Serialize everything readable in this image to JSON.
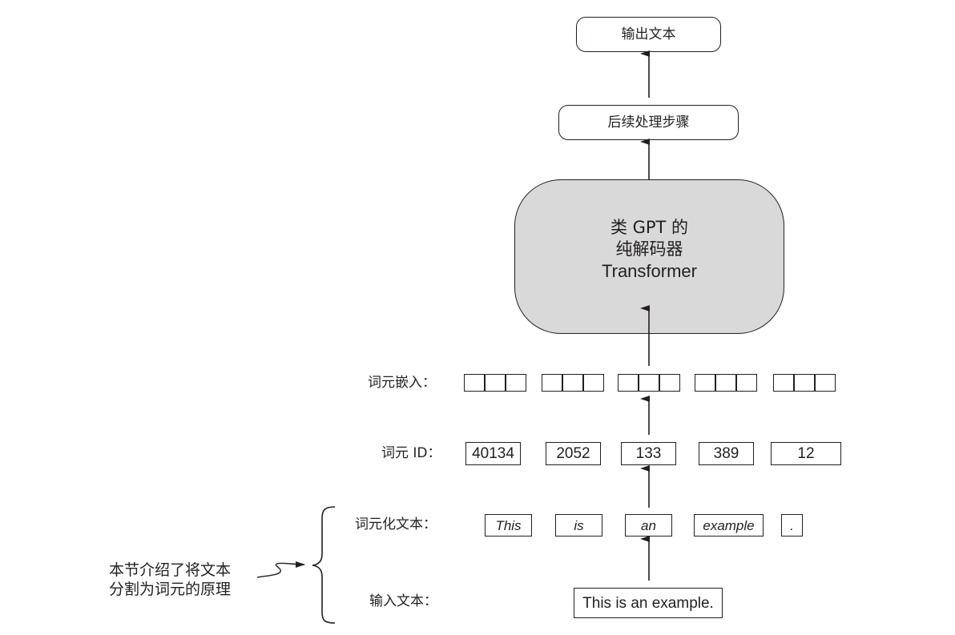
{
  "diagram": {
    "nodes": {
      "output_text": "输出文本",
      "post_processing": "后续处理步骤",
      "decoder": {
        "line1": "类 GPT 的",
        "line2": "纯解码器",
        "line3": "Transformer"
      },
      "input_text": "This is an example."
    },
    "rows": {
      "embeddings": {
        "label": "词元嵌入：",
        "groups": 5,
        "cells_per_group": 3
      },
      "token_ids": {
        "label": "词元 ID：",
        "values": [
          "40134",
          "2052",
          "133",
          "389",
          "12"
        ]
      },
      "tokenized_text": {
        "label": "词元化文本：",
        "tokens": [
          "This",
          "is",
          "an",
          "example",
          "."
        ]
      },
      "input_text": {
        "label": "输入文本："
      }
    },
    "annotation": {
      "line1": "本节介绍了将文本",
      "line2": "分割为词元的原理"
    },
    "colors": {
      "stroke": "#231f20",
      "decoder_fill": "#d9d9d9",
      "background": "#ffffff"
    }
  }
}
